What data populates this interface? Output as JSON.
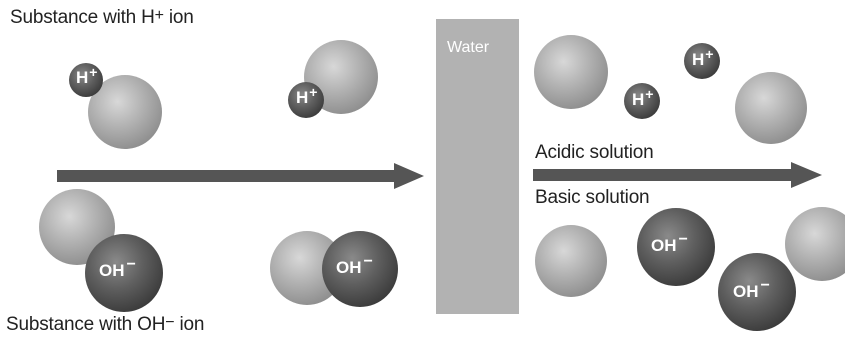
{
  "labels": {
    "h_substance": {
      "text": "Substance with H",
      "sup": "+",
      "tail": " ion"
    },
    "oh_substance": {
      "text": "Substance with OH",
      "sup": "−",
      "tail": " ion"
    },
    "water": "Water",
    "acidic": "Acidic solution",
    "basic": "Basic solution"
  },
  "ions": {
    "h_base": "H",
    "h_charge": "+",
    "oh_base": "OH",
    "oh_charge": "−"
  },
  "colors": {
    "arrow": "#555555",
    "water_bar": "#b2b2b2",
    "neutral_sphere": "#a8a8a8",
    "ion_sphere": "#5a5a5a"
  }
}
